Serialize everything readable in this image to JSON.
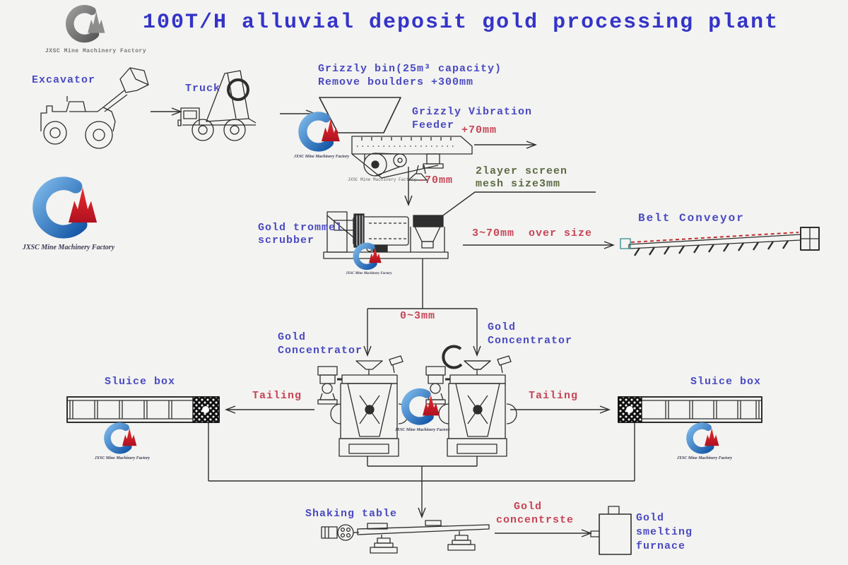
{
  "title": "100T/H alluvial deposit gold processing plant",
  "brand_caption": "JXSC Mine Machinery Factory",
  "colors": {
    "title_blue": "#3434c8",
    "label_blue": "#4a4ac2",
    "stream_red": "#c64456",
    "screen_olive": "#5d6b45",
    "line": "#2e2e2e",
    "logo_blue": "#2f7fd0",
    "logo_red": "#d01828",
    "background": "#f3f3f1"
  },
  "labels": {
    "excavator": "Excavator",
    "truck": "Truck",
    "grizzly_bin": [
      "Grizzly bin(25m³ capacity)",
      "Remove boulders +300mm"
    ],
    "vibration_feeder": [
      "Grizzly Vibration",
      "Feeder"
    ],
    "plus70": "+70mm",
    "minus70": "-70mm",
    "screen": [
      "2layer screen",
      "mesh size3mm"
    ],
    "trommel": [
      "Gold trommel",
      "scrubber"
    ],
    "oversize": "3~70mm  over size",
    "belt_conveyor": "Belt Conveyor",
    "undersize": "0~3mm",
    "concentrator": [
      "Gold",
      "Concentrator"
    ],
    "tailing": "Tailing",
    "sluice_box": "Sluice box",
    "shaking_table": "Shaking table",
    "gold_concentrate": [
      "Gold",
      "concentrste"
    ],
    "smelting_furnace": [
      "Gold",
      "smelting",
      "furnace"
    ]
  }
}
